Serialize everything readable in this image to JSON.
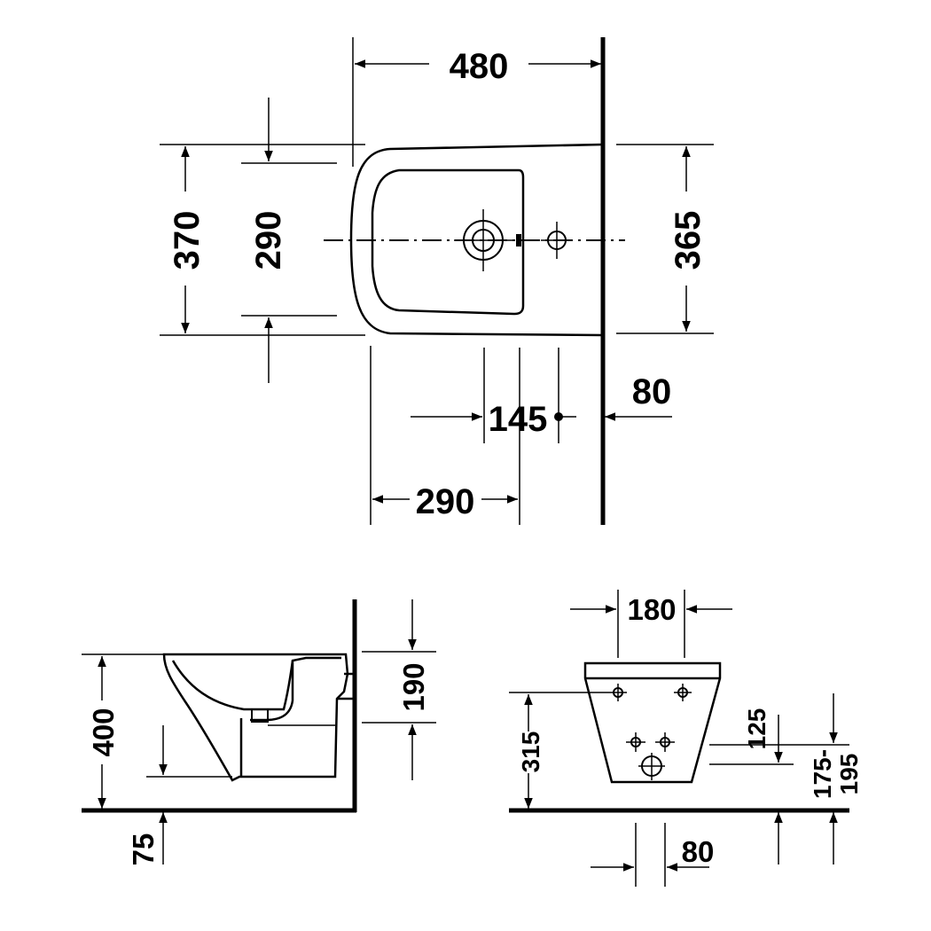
{
  "top_view": {
    "width": "480",
    "depth_outer": "370",
    "depth_bowl": "290",
    "depth_wall": "365",
    "tap_offset": "145",
    "wall_offset": "80",
    "front_to_tap": "290"
  },
  "side_view": {
    "height": "400",
    "rim_drop": "190",
    "foot": "75"
  },
  "rear_view": {
    "bolt_spacing": "180",
    "rim_height": "315",
    "waste_height": "125",
    "supply_height_a": "175-",
    "supply_height_b": "195",
    "floor_offset": "80"
  }
}
